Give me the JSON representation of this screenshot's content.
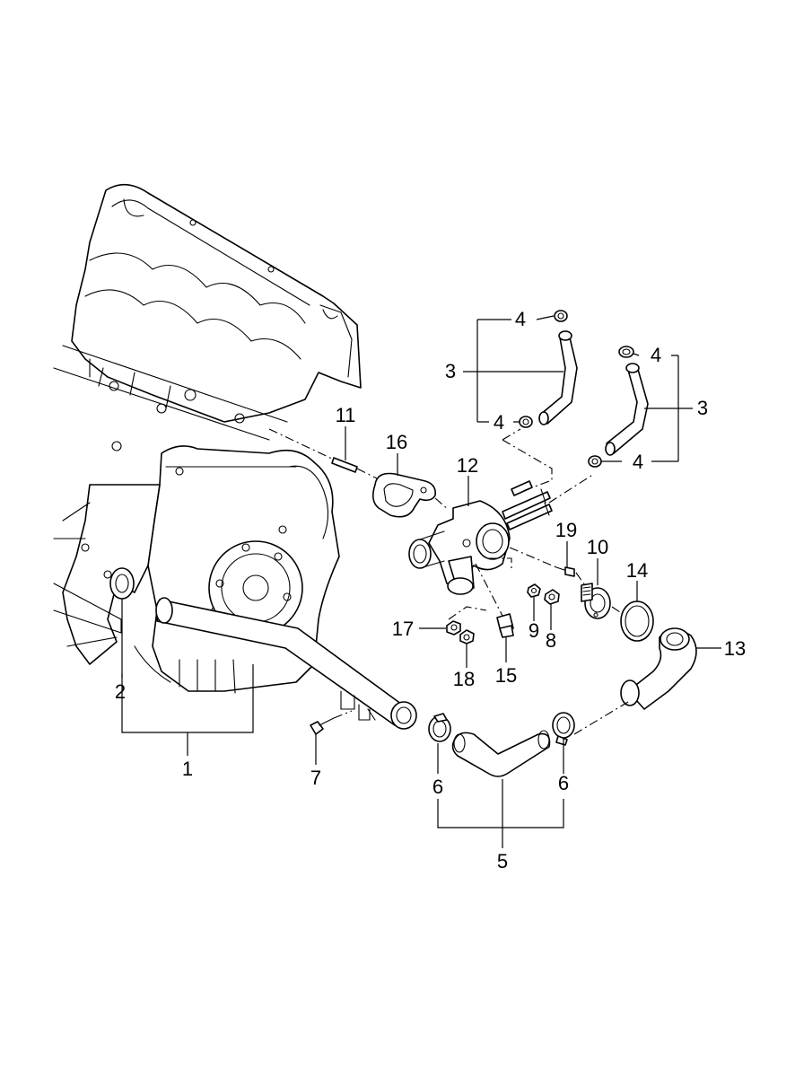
{
  "callouts": {
    "c1": "1",
    "c2": "2",
    "c3a": "3",
    "c3b": "3",
    "c4a": "4",
    "c4b": "4",
    "c4c": "4",
    "c4d": "4",
    "c5": "5",
    "c6a": "6",
    "c6b": "6",
    "c7": "7",
    "c8": "8",
    "c9": "9",
    "c10": "10",
    "c11": "11",
    "c12": "12",
    "c13": "13",
    "c14": "14",
    "c15": "15",
    "c16": "16",
    "c17": "17",
    "c18": "18",
    "c19": "19"
  }
}
